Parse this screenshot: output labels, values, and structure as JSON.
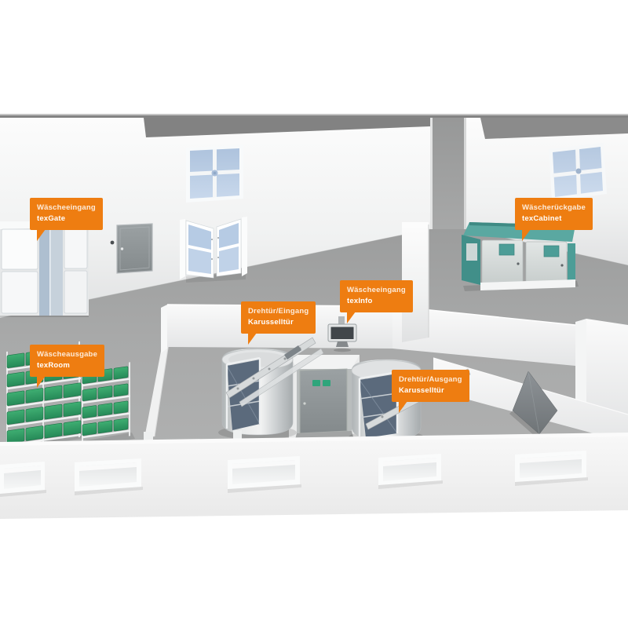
{
  "labels": [
    {
      "id": "texgate",
      "line1": "Wäscheeingang",
      "line2": "texGate"
    },
    {
      "id": "texcabinet",
      "line1": "Wäscherückgabe",
      "line2": "texCabinet"
    },
    {
      "id": "texinfo",
      "line1": "Wäscheeingang",
      "line2": "texInfo"
    },
    {
      "id": "drehtuer-eingang",
      "line1": "Drehtür/Eingang",
      "line2": "Karusselltür"
    },
    {
      "id": "drehtuer-ausgang",
      "line1": "Drehtür/Ausgang",
      "line2": "Karusselltür"
    },
    {
      "id": "texroom",
      "line1": "Wäscheausgabe",
      "line2": "texRoom"
    }
  ],
  "colors": {
    "label_orange": "#ee7d11",
    "wall_white": "#f2f3f3",
    "floor_gray": "#a5a6a6",
    "roof_gray": "#838383",
    "window_blue": "#b6cbe4",
    "cabinet_teal": "#4d9d97",
    "cabinet_teal_dark": "#418f89",
    "bin_green": "#2f9e63",
    "exit_green": "#2fa57b",
    "door_gray": "#8f9499",
    "rack_navy": "#5b6a7c"
  }
}
